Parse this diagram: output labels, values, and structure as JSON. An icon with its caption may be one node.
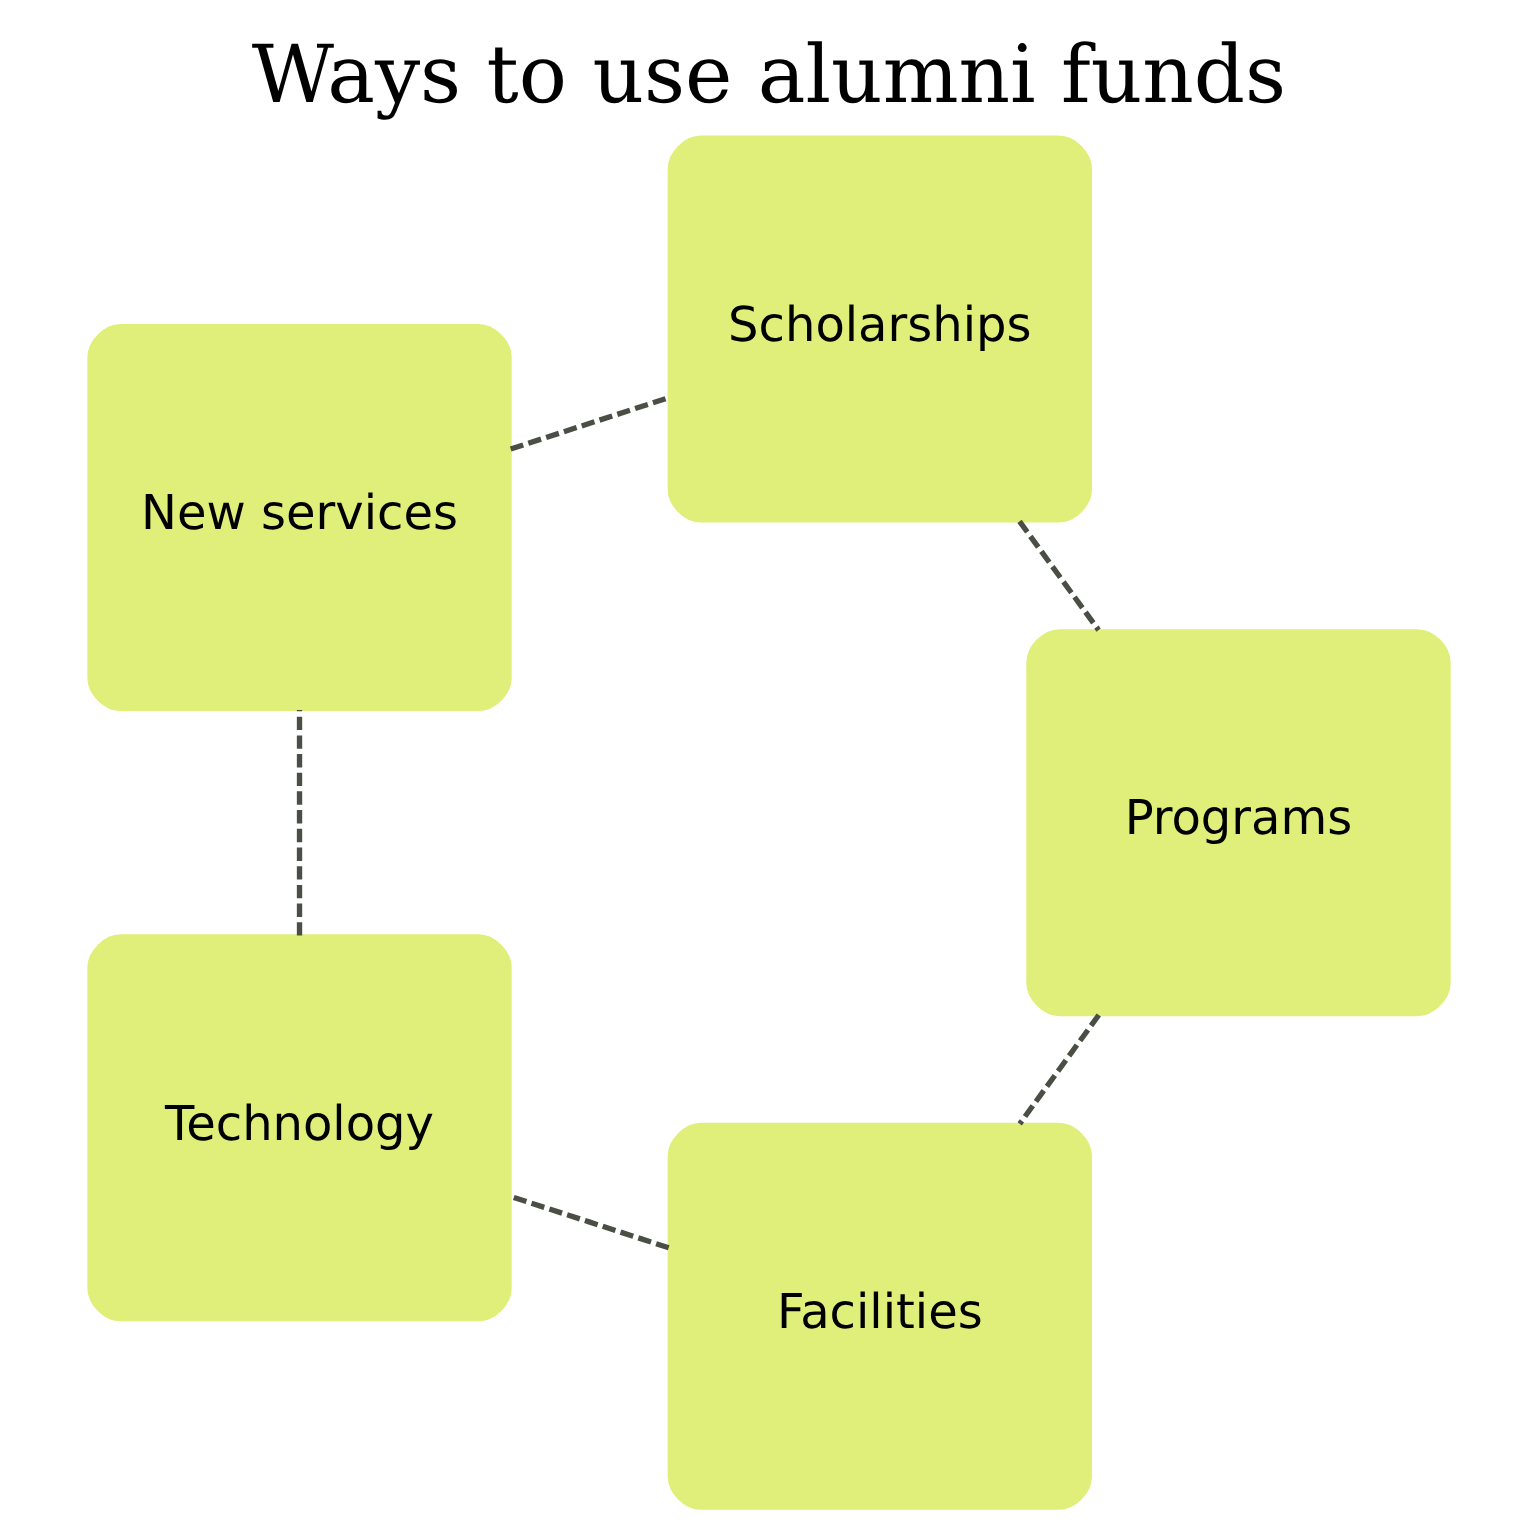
{
  "diagram": {
    "title": "Ways to use alumni funds",
    "nodes": [
      {
        "text": [
          "Scholarships"
        ]
      },
      {
        "text": [
          "Programs"
        ]
      },
      {
        "text": [
          "Facilities"
        ]
      },
      {
        "text": [
          "Technology"
        ]
      },
      {
        "text": [
          "New services"
        ]
      }
    ],
    "edges": [
      {
        "from": 0,
        "to": 1,
        "arrow": "none",
        "style": "dashed"
      },
      {
        "from": 1,
        "to": 2,
        "arrow": "none",
        "style": "dashed"
      },
      {
        "from": 2,
        "to": 3,
        "arrow": "none",
        "style": "dashed"
      },
      {
        "from": 3,
        "to": 4,
        "arrow": "none",
        "style": "dashed"
      },
      {
        "from": 4,
        "to": 0,
        "arrow": "none",
        "style": "dashed"
      }
    ]
  }
}
